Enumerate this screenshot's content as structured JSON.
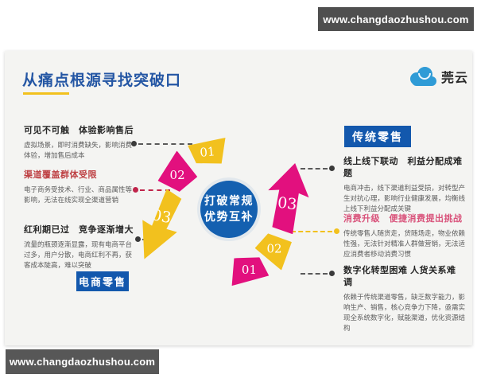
{
  "watermark": {
    "top": "www.changdaozhushou.com",
    "bottom": "www.changdaozhushou.com"
  },
  "slide": {
    "title": "从痛点根源寻找突破口",
    "logo": {
      "brand": "莞云"
    },
    "center_circle": {
      "line1": "打破常规",
      "line2": "优势互补"
    },
    "ecommerce": {
      "badge": "电商零售",
      "items": [
        {
          "heading": "可见不可触　体验影响售后",
          "body": "虚拟场景，即时消费缺失，影响消费体验，增加售后成本"
        },
        {
          "heading": "渠道覆盖群体受限",
          "body": "电子商务受技术、行业、商品属性等影响，无法在线实现全渠道营销"
        },
        {
          "heading": "红利期已过　竞争逐渐增大",
          "body": "流量的瓶颈逐渐显露，现有电商平台过多，用户分散，电商红利不再，获客成本陡高，难以突破"
        }
      ]
    },
    "traditional": {
      "badge": "传统零售",
      "items": [
        {
          "heading": "线上线下联动　利益分配成难题",
          "body": "电商冲击，线下渠道利益受损，对转型产生对抗心理，影响行业健康发展，均衡线上线下利益分配成关键"
        },
        {
          "heading": "消费升级　便捷消费提出挑战",
          "body": "传统零售人随货走，货随场走，物业依赖性强，无法针对精准人群做营销，无法适应消费者移动消费习惯"
        },
        {
          "heading": "数字化转型困难 人货关系难调",
          "body": "依赖于传统渠道零售，缺乏数字能力，影响生产、销售，核心竞争力下降，亟需实现全系统数字化，赋能渠道，优化资源结构"
        }
      ]
    },
    "sequence": {
      "left": [
        "01",
        "02",
        "03"
      ],
      "right": [
        "03",
        "02",
        "01"
      ]
    }
  },
  "colors": {
    "accent_yellow": "#f2c11e",
    "magenta": "#e2107e",
    "circle_blue": "#1460b0",
    "badge_blue": "#1358ad",
    "title_blue": "#2456a4",
    "red_heading": "#be4144",
    "pink_heading": "#d9537b",
    "banner_gray": "#4f4f4f"
  }
}
